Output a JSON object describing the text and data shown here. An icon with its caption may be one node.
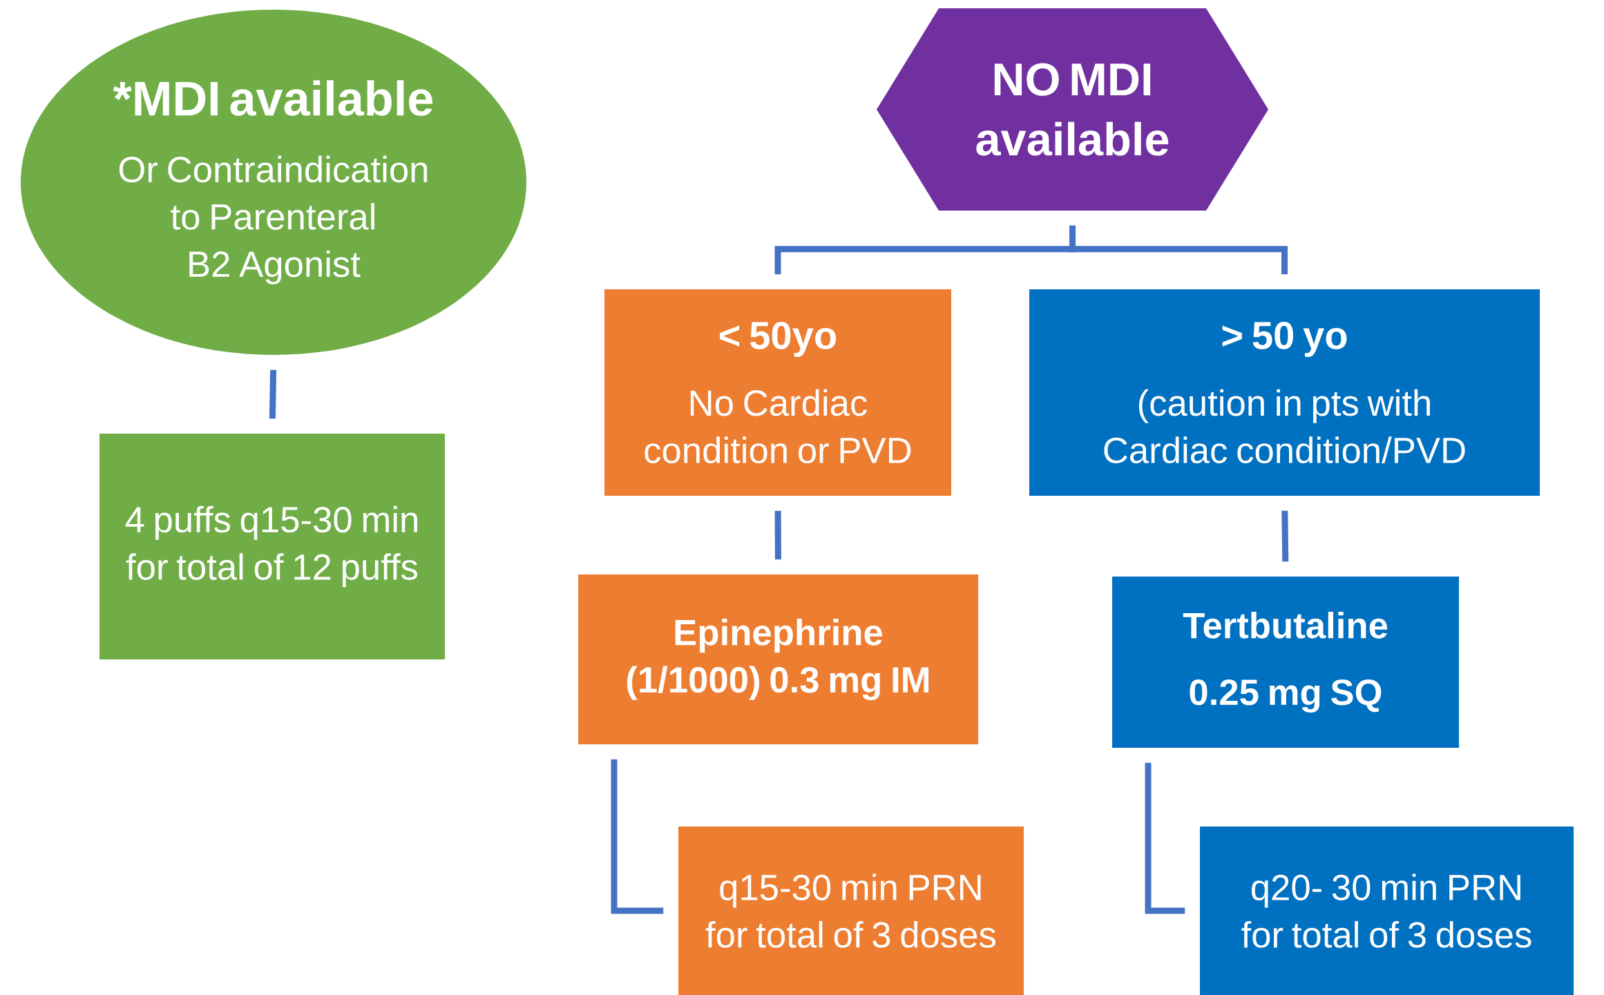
{
  "diagram": {
    "nodes": [
      {
        "text": [
          "*MDI available",
          "Or Contraindication to Parenteral B2 Agonist"
        ]
      },
      {
        "text": [
          "4 puffs q15-30 min for total of 12 puffs"
        ]
      },
      {
        "text": [
          "NO MDI available"
        ]
      },
      {
        "text": [
          "< 50yo",
          "No Cardiac condition or PVD"
        ]
      },
      {
        "text": [
          "> 50 yo",
          "(caution in pts with Cardiac condition/PVD"
        ]
      },
      {
        "text": [
          "Epinephrine (1/1000) 0.3 mg IM"
        ]
      },
      {
        "text": [
          "Tertbutaline",
          "0.25 mg SQ"
        ]
      },
      {
        "text": [
          "q15-30 min PRN for total of 3 doses"
        ]
      },
      {
        "text": [
          "q20- 30 min PRN for total of 3 doses"
        ]
      }
    ],
    "edges": [
      {
        "from": 0,
        "to": 1,
        "arrow": "none"
      },
      {
        "from": 2,
        "to": 3,
        "arrow": "none"
      },
      {
        "from": 2,
        "to": 4,
        "arrow": "none"
      },
      {
        "from": 3,
        "to": 5,
        "arrow": "none"
      },
      {
        "from": 4,
        "to": 6,
        "arrow": "none"
      },
      {
        "from": 5,
        "to": 7,
        "arrow": "none"
      },
      {
        "from": 6,
        "to": 8,
        "arrow": "none"
      }
    ]
  }
}
